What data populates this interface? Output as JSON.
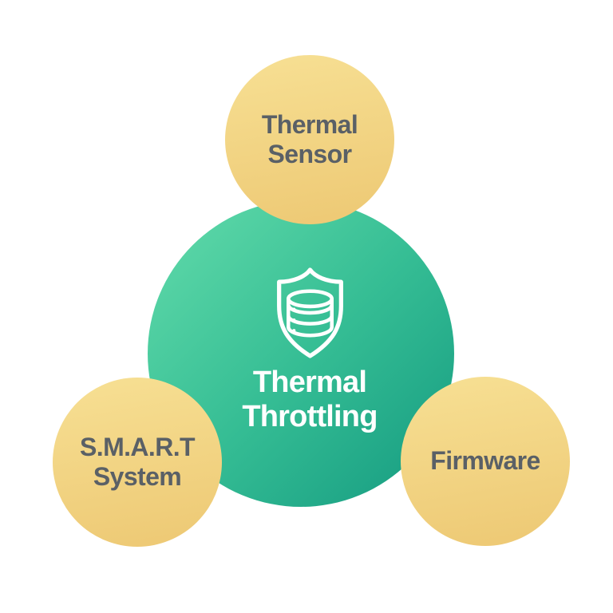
{
  "page": {
    "background": "#FFFFFF"
  },
  "diagram": {
    "type": "hub-and-spoke",
    "title_node": {
      "id": "thermal-throttling",
      "lines": [
        "Thermal",
        "Throttling"
      ],
      "icon": "shield-database-icon",
      "colors": {
        "gradient_start": "#63DCAB",
        "gradient_end": "#149A80",
        "text": "#FFFFFF",
        "icon_stroke": "#FFFFFF"
      }
    },
    "satellite_colors": {
      "gradient_start": "#F7E094",
      "gradient_end": "#EDC873",
      "text": "#5A6066"
    },
    "satellites": [
      {
        "id": "thermal-sensor",
        "position": "top",
        "lines": [
          "Thermal",
          "Sensor"
        ]
      },
      {
        "id": "smart-system",
        "position": "bottom-left",
        "lines": [
          "S.M.A.R.T",
          "System"
        ]
      },
      {
        "id": "firmware",
        "position": "bottom-right",
        "lines": [
          "Firmware"
        ]
      }
    ]
  }
}
